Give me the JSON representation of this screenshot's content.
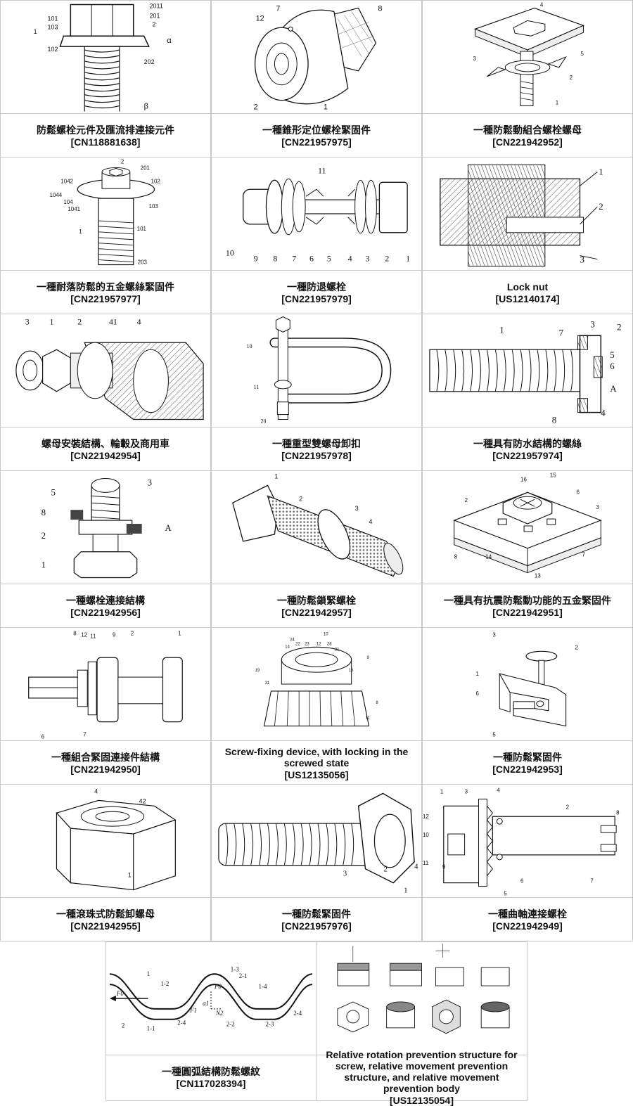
{
  "patents": [
    {
      "title": "防鬆螺栓元件及匯流排連接元件",
      "number": "[CN118881638]",
      "labels": [
        "101",
        "103",
        "1",
        "102",
        "2011",
        "201",
        "2",
        "202",
        "α",
        "β"
      ]
    },
    {
      "title": "一種錐形定位螺栓緊固件",
      "number": "[CN221957975]",
      "labels": [
        "12",
        "7",
        "8",
        "2",
        "1"
      ]
    },
    {
      "title": "一種防鬆動組合螺栓螺母",
      "number": "[CN221942952]",
      "labels": [
        "4",
        "3",
        "5",
        "2",
        "1"
      ]
    },
    {
      "title": "一種耐落防鬆的五金螺絲緊固件",
      "number": "[CN221957977]",
      "labels": [
        "2",
        "201",
        "1042",
        "102",
        "1044",
        "103",
        "104",
        "1041",
        "1",
        "101",
        "203"
      ]
    },
    {
      "title": "一種防退螺栓",
      "number": "[CN221957979]",
      "labels": [
        "11",
        "10",
        "9",
        "8",
        "7",
        "6",
        "5",
        "4",
        "3",
        "2",
        "1"
      ]
    },
    {
      "title": "Lock nut",
      "number": "[US12140174]",
      "labels": [
        "1",
        "2",
        "3"
      ]
    },
    {
      "title": "螺母安裝結構、輪轂及商用車",
      "number": "[CN221942954]",
      "labels": [
        "3",
        "1",
        "2",
        "41",
        "4"
      ]
    },
    {
      "title": "一種重型雙螺母卸扣",
      "number": "[CN221957978]",
      "labels": [
        "10",
        "11",
        "20"
      ]
    },
    {
      "title": "一種具有防水結構的螺絲",
      "number": "[CN221957974]",
      "labels": [
        "1",
        "7",
        "3",
        "2",
        "5",
        "6",
        "A",
        "8",
        "4"
      ]
    },
    {
      "title": "一種螺栓連接結構",
      "number": "[CN221942956]",
      "labels": [
        "5",
        "3",
        "8",
        "A",
        "2",
        "1"
      ]
    },
    {
      "title": "一種防鬆鎖緊螺栓",
      "number": "[CN221942957]",
      "labels": [
        "1",
        "2",
        "3",
        "4"
      ]
    },
    {
      "title": "一種具有抗震防鬆動功能的五金緊固件",
      "number": "[CN221942951]",
      "labels": [
        "16",
        "15",
        "2",
        "6",
        "3",
        "8",
        "14",
        "13",
        "7"
      ]
    },
    {
      "title": "一種組合緊固連接件結構",
      "number": "[CN221942950]",
      "labels": [
        "8",
        "12",
        "11",
        "9",
        "2",
        "1",
        "6",
        "7"
      ]
    },
    {
      "title": "Screw-fixing device, with locking in the screwed state",
      "number": "[US12135056]",
      "labels": [
        "10",
        "24",
        "14",
        "22",
        "23",
        "12",
        "28",
        "31",
        "9",
        "19",
        "16",
        "31",
        "8",
        "11"
      ]
    },
    {
      "title": "一種防鬆緊固件",
      "number": "[CN221942953]",
      "labels": [
        "3",
        "2",
        "1",
        "6",
        "5"
      ]
    },
    {
      "title": "一種滾珠式防鬆卸螺母",
      "number": "[CN221942955]",
      "labels": [
        "4",
        "42",
        "1"
      ]
    },
    {
      "title": "一種防鬆緊固件",
      "number": "[CN221957976]",
      "labels": [
        "1",
        "4",
        "2",
        "3"
      ]
    },
    {
      "title": "一種曲軸連接螺栓",
      "number": "[CN221942949]",
      "labels": [
        "1",
        "3",
        "4",
        "2",
        "8",
        "12",
        "10",
        "11",
        "9",
        "5",
        "6",
        "7"
      ]
    },
    {
      "title": "一種圓弧結構防鬆螺紋",
      "number": "[CN117028394]",
      "labels": [
        "1",
        "1-2",
        "1-3",
        "2-1",
        "1-4",
        "F0",
        "F0",
        "α1",
        "F1",
        "N2",
        "2",
        "1-1",
        "2-4",
        "2-2",
        "2-3",
        "2-4"
      ]
    },
    {
      "title": "Relative rotation prevention structure for screw, relative movement prevention structure, and relative movement prevention body",
      "number": "[US12135054]",
      "labels": []
    }
  ]
}
